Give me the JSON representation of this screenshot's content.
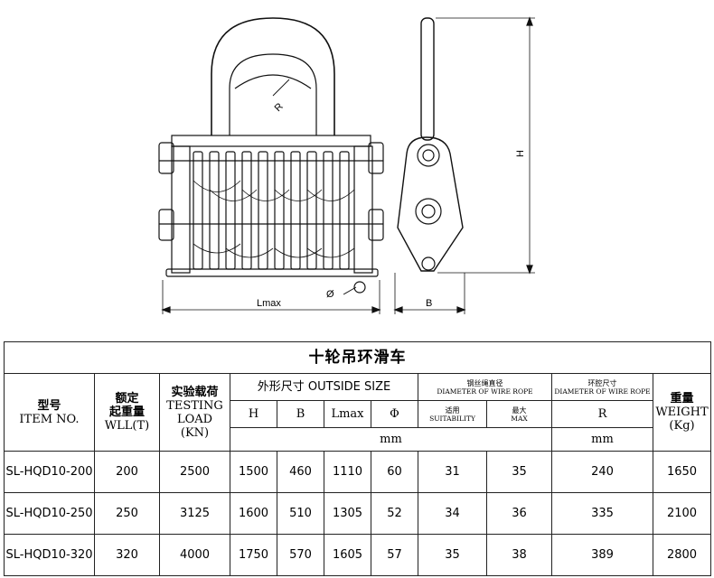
{
  "drawing": {
    "label_r": "R",
    "label_phi": "Ø",
    "label_lmax": "Lmax",
    "label_b": "B",
    "label_h": "H"
  },
  "table": {
    "title": "十轮吊环滑车",
    "headers": {
      "item_zh": "型号",
      "item_en": "ITEM NO.",
      "wll_zh1": "额定",
      "wll_zh2": "起重量",
      "wll_en": "WLL(T)",
      "test_zh": "实验载荷",
      "test_en1": "TESTING",
      "test_en2": "LOAD",
      "test_unit": "(KN)",
      "outside": "外形尺寸 OUTSIDE SIZE",
      "h": "H",
      "b": "B",
      "lmax": "Lmax",
      "phi": "Φ",
      "rope_zh": "钢丝绳直径",
      "rope_en": "DIAMETER OF WIRE ROPE",
      "suit_zh": "适用",
      "suit_en": "SUITABILITY",
      "max_zh": "最大",
      "max_en": "MAX",
      "ring_zh": "环腔尺寸",
      "ring_en": "DIAMETER OF WIRE ROPE",
      "r": "R",
      "weight_zh": "重量",
      "weight_en": "WEIGHT",
      "weight_unit": "(Kg)",
      "unit_mm1": "mm",
      "unit_mm2": "mm"
    },
    "rows": [
      {
        "item": "SL-HQD10-200",
        "wll": "200",
        "test": "2500",
        "h": "1500",
        "b": "460",
        "lmax": "1110",
        "phi": "60",
        "suit": "31",
        "max": "35",
        "r": "240",
        "weight": "1650"
      },
      {
        "item": "SL-HQD10-250",
        "wll": "250",
        "test": "3125",
        "h": "1600",
        "b": "510",
        "lmax": "1305",
        "phi": "52",
        "suit": "34",
        "max": "36",
        "r": "335",
        "weight": "2100"
      },
      {
        "item": "SL-HQD10-320",
        "wll": "320",
        "test": "4000",
        "h": "1750",
        "b": "570",
        "lmax": "1605",
        "phi": "57",
        "suit": "35",
        "max": "38",
        "r": "389",
        "weight": "2800"
      }
    ]
  }
}
